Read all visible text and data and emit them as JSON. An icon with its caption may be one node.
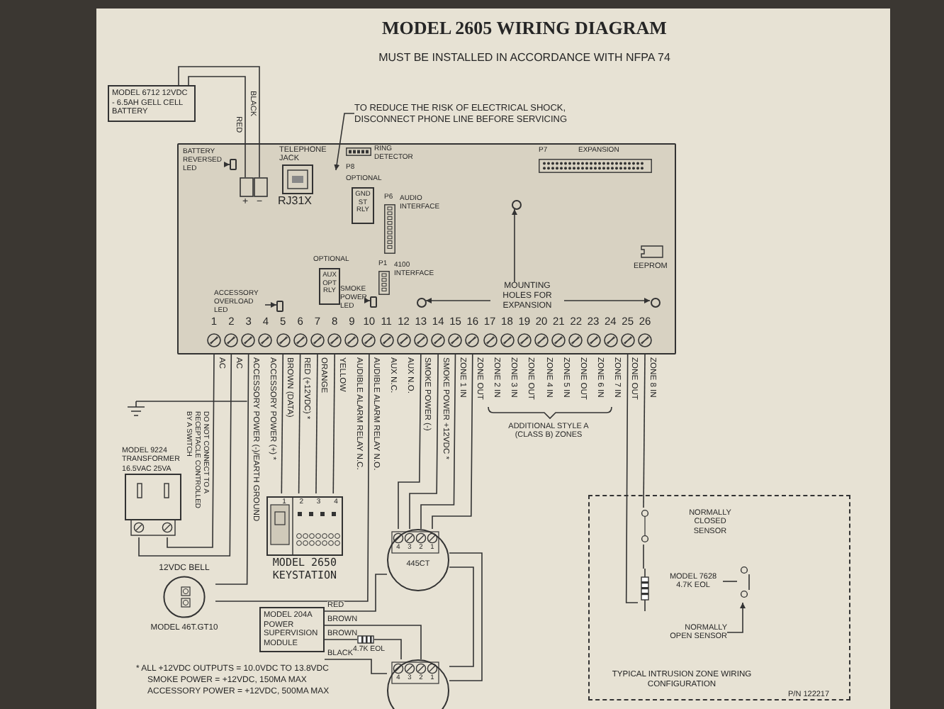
{
  "diagram": {
    "title": "MODEL 2605 WIRING DIAGRAM",
    "nodes": [
      {
        "text": [
          "MODEL 6712 12VDC - 6.5AH GELL CELL BATTERY"
        ]
      },
      {
        "text": [],
        "shape": "box"
      },
      {
        "text": [
          "+",
          "−"
        ],
        "in": 1
      },
      {
        "text": [
          "BATTERY REVERSED LED"
        ],
        "in": 1
      },
      {
        "text": [],
        "shape": "box",
        "in": 1
      },
      {
        "text": [
          "TELEPHONE JACK"
        ],
        "beside": [
          "RJ31X"
        ],
        "in": 1
      },
      {
        "text": [
          "TO REDUCE THE RISK OF ELECTRICAL SHOCK, DISCONNECT PHONE LINE BEFORE SERVICING"
        ]
      },
      {
        "text": [
          "RING DETECTOR"
        ],
        "beside": [
          "P8"
        ],
        "in": 1
      },
      {
        "text": [
          "OPTIONAL",
          "GND ST RLY"
        ],
        "in": 1
      },
      {
        "text": [
          "P6",
          "AUDIO INTERFACE"
        ],
        "in": 1
      },
      {
        "text": [
          "P7",
          "EXPANSION"
        ],
        "in": 1
      },
      {
        "text": [],
        "shape": "circle",
        "in": 1
      },
      {
        "text": [
          "MOUNTING HOLES FOR EXPANSION"
        ],
        "in": 1
      },
      {
        "text": [],
        "shape": "circle",
        "in": 1
      },
      {
        "text": [],
        "shape": "circle",
        "in": 1
      },
      {
        "text": [
          "EEPROM"
        ],
        "in": 1
      },
      {
        "text": [
          "OPTIONAL",
          "AUX OPT RLY"
        ],
        "in": 1
      },
      {
        "text": [
          "P1",
          "4100 INTERFACE"
        ],
        "in": 1
      },
      {
        "text": [
          "SMOKE POWER LED"
        ],
        "in": 1
      },
      {
        "text": [],
        "shape": "box",
        "in": 1
      },
      {
        "text": [
          "ACCESSORY OVERLOAD LED"
        ],
        "in": 1
      },
      {
        "text": [],
        "shape": "box",
        "in": 1
      },
      {
        "text": [
          "1"
        ],
        "beside": [
          "AC"
        ],
        "in": 1
      },
      {
        "text": [
          "2"
        ],
        "beside": [
          "AC"
        ],
        "in": 1
      },
      {
        "text": [
          "3"
        ],
        "beside": [
          "ACCESSORY POWER (-)/EARTH GROUND"
        ],
        "in": 1
      },
      {
        "text": [
          "4"
        ],
        "beside": [
          "ACCESSORY POWER (+) *"
        ],
        "in": 1
      },
      {
        "text": [
          "5"
        ],
        "beside": [
          "BROWN (DATA)"
        ],
        "in": 1
      },
      {
        "text": [
          "6"
        ],
        "beside": [
          "RED (+12VDC) *"
        ],
        "in": 1
      },
      {
        "text": [
          "7"
        ],
        "beside": [
          "ORANGE"
        ],
        "in": 1
      },
      {
        "text": [
          "8"
        ],
        "beside": [
          "YELLOW"
        ],
        "in": 1
      },
      {
        "text": [
          "9"
        ],
        "beside": [
          "AUDIBLE ALARM RELAY N.C."
        ],
        "in": 1
      },
      {
        "text": [
          "10"
        ],
        "beside": [
          "AUDIBLE ALARM RELAY N.O."
        ],
        "in": 1
      },
      {
        "text": [
          "11"
        ],
        "beside": [
          "AUX N.C."
        ],
        "in": 1
      },
      {
        "text": [
          "12"
        ],
        "beside": [
          "AUX N.O."
        ],
        "in": 1
      },
      {
        "text": [
          "13"
        ],
        "beside": [
          "SMOKE POWER (-)"
        ],
        "in": 1
      },
      {
        "text": [
          "14"
        ],
        "beside": [
          "SMOKE POWER +12VDC *"
        ],
        "in": 1
      },
      {
        "text": [
          "15"
        ],
        "beside": [
          "ZONE 1 IN"
        ],
        "in": 1
      },
      {
        "text": [
          "16"
        ],
        "beside": [
          "ZONE OUT"
        ],
        "in": 1
      },
      {
        "text": [
          "17"
        ],
        "beside": [
          "ZONE 2 IN"
        ],
        "in": 1
      },
      {
        "text": [
          "18"
        ],
        "beside": [
          "ZONE 3 IN"
        ],
        "in": 1
      },
      {
        "text": [
          "19"
        ],
        "beside": [
          "ZONE OUT"
        ],
        "in": 1
      },
      {
        "text": [
          "20"
        ],
        "beside": [
          "ZONE 4 IN"
        ],
        "in": 1
      },
      {
        "text": [
          "21"
        ],
        "beside": [
          "ZONE 5 IN"
        ],
        "in": 1
      },
      {
        "text": [
          "22"
        ],
        "beside": [
          "ZONE OUT"
        ],
        "in": 1
      },
      {
        "text": [
          "23"
        ],
        "beside": [
          "ZONE 6 IN"
        ],
        "in": 1
      },
      {
        "text": [
          "24"
        ],
        "beside": [
          "ZONE 7 IN"
        ],
        "in": 1
      },
      {
        "text": [
          "25"
        ],
        "beside": [
          "ZONE OUT"
        ],
        "in": 1
      },
      {
        "text": [
          "26"
        ],
        "beside": [
          "ZONE 8 IN"
        ],
        "in": 1
      },
      {
        "text": [
          "MODEL 9224 TRANSFORMER 16.5VAC 25VA"
        ]
      },
      {
        "text": [
          "1",
          "2",
          "3",
          "4",
          "MODEL 2650 KEYSTATION"
        ]
      },
      {
        "text": [
          "12VDC BELL"
        ],
        "beside": [
          "MODEL 46T.GT10"
        ]
      },
      {
        "text": [
          "4",
          "3",
          "2",
          "1",
          "445CT"
        ]
      },
      {
        "text": [
          "4",
          "3",
          "2",
          "1"
        ]
      },
      {
        "text": [
          "MODEL 204A POWER SUPERVISION MODULE"
        ]
      },
      {
        "text": [],
        "shape": "resistor",
        "beside": [
          "4.7K EOL"
        ]
      },
      {
        "text": [
          "TYPICAL INTRUSION ZONE WIRING CONFIGURATION"
        ]
      },
      {
        "text": [
          "NORMALLY CLOSED SENSOR"
        ],
        "in": 55
      },
      {
        "text": [
          "MODEL 7628 4.7K EOL"
        ],
        "in": 55
      },
      {
        "text": [
          "NORMALLY OPEN SENSOR"
        ],
        "in": 55
      },
      {
        "text": [],
        "shape": "switch",
        "in": 55
      }
    ],
    "edges": [
      {
        "from": 0,
        "to": 2,
        "arrow": "none",
        "label": "RED"
      },
      {
        "from": 0,
        "to": 2,
        "arrow": "none",
        "label": "BLACK"
      },
      {
        "from": 3,
        "to": 4,
        "arrow": "to"
      },
      {
        "from": 6,
        "to": 5,
        "arrow": "to"
      },
      {
        "from": 12,
        "to": 11,
        "arrow": "to"
      },
      {
        "from": 12,
        "to": 13,
        "arrow": "to"
      },
      {
        "from": 12,
        "to": 14,
        "arrow": "to"
      },
      {
        "from": 18,
        "to": 19,
        "arrow": "to"
      },
      {
        "from": 20,
        "to": 21,
        "arrow": "to"
      },
      {
        "from": 22,
        "to": 48,
        "arrow": "none"
      },
      {
        "from": 23,
        "to": 48,
        "arrow": "none"
      },
      {
        "from": 24,
        "to": 50,
        "arrow": "none"
      },
      {
        "from": 31,
        "to": 50,
        "arrow": "none"
      },
      {
        "from": 26,
        "to": 49,
        "arrow": "none"
      },
      {
        "from": 27,
        "to": 49,
        "arrow": "none"
      },
      {
        "from": 28,
        "to": 49,
        "arrow": "none"
      },
      {
        "from": 29,
        "to": 49,
        "arrow": "none"
      },
      {
        "from": 34,
        "to": 51,
        "arrow": "none"
      },
      {
        "from": 35,
        "to": 51,
        "arrow": "none"
      },
      {
        "from": 36,
        "to": 51,
        "arrow": "none"
      },
      {
        "from": 37,
        "to": 51,
        "arrow": "none"
      },
      {
        "from": 51,
        "to": 52,
        "arrow": "none"
      },
      {
        "from": 51,
        "to": 52,
        "arrow": "none"
      },
      {
        "from": 53,
        "to": 51,
        "arrow": "none",
        "label": "RED"
      },
      {
        "from": 53,
        "to": 52,
        "arrow": "none",
        "label": "BROWN"
      },
      {
        "from": 53,
        "to": 54,
        "arrow": "none",
        "label": "BROWN"
      },
      {
        "from": 54,
        "to": 52,
        "arrow": "none"
      },
      {
        "from": 53,
        "to": 52,
        "arrow": "none",
        "label": "BLACK"
      },
      {
        "from": 47,
        "to": 56,
        "arrow": "none"
      },
      {
        "from": 46,
        "to": 57,
        "arrow": "none"
      },
      {
        "from": 56,
        "to": 57,
        "arrow": "none"
      },
      {
        "from": 57,
        "to": 59,
        "arrow": "none"
      },
      {
        "from": 58,
        "to": 59,
        "arrow": "to"
      }
    ],
    "labels": [
      "MUST BE INSTALLED IN ACCORDANCE WITH NFPA 74",
      "DO NOT CONNECT TO A RECEPTACLE CONTROLLED BY A SWITCH",
      "ADDITIONAL STYLE A (CLASS B) ZONES",
      "* ALL +12VDC OUTPUTS = 10.0VDC TO 13.8VDC",
      "SMOKE POWER = +12VDC, 150MA MAX",
      "ACCESSORY POWER = +12VDC, 500MA MAX",
      "P/N 122217"
    ]
  }
}
